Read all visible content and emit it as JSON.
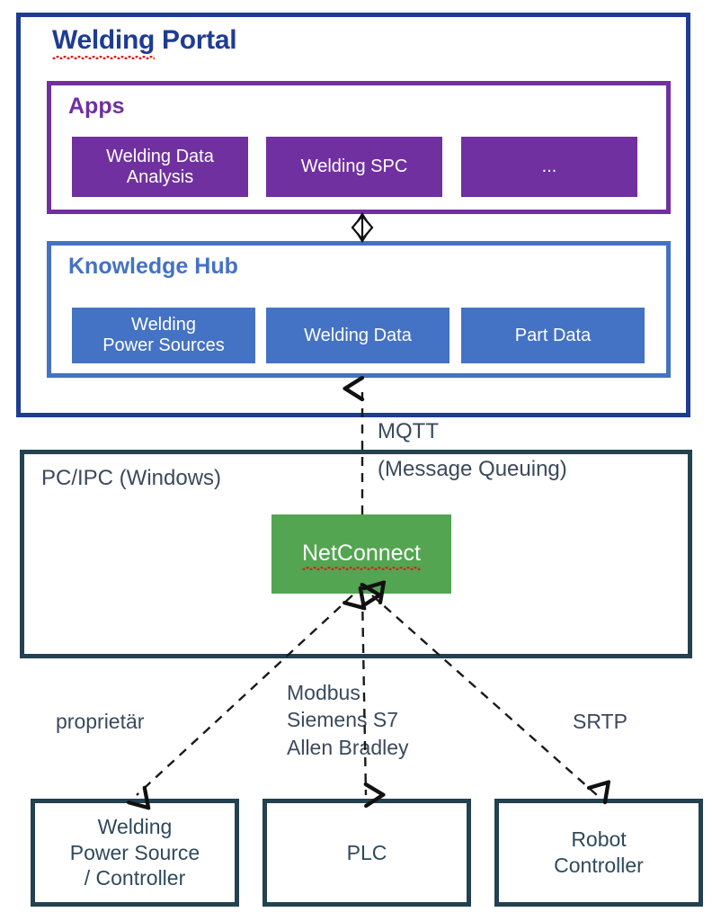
{
  "diagram": {
    "title": "Welding Portal",
    "portal": {
      "title": "Welding Portal",
      "title_part_misspelled": "Welding",
      "title_part_rest": " Portal",
      "border_color": "#1F3C93"
    },
    "apps_section": {
      "heading": "Apps",
      "border_color": "#7030A0",
      "chip_color": "#7030A0",
      "items": [
        {
          "label": "Welding Data\nAnalysis"
        },
        {
          "label": "Welding SPC"
        },
        {
          "label": "..."
        }
      ]
    },
    "knowledge_hub_section": {
      "heading": "Knowledge Hub",
      "border_color": "#4472C4",
      "chip_color": "#4472C4",
      "items": [
        {
          "label": "Welding\nPower Sources"
        },
        {
          "label": "Welding Data"
        },
        {
          "label": "Part Data"
        }
      ]
    },
    "pc_section": {
      "label": "PC/IPC (Windows)",
      "border_color": "#23414F",
      "netconnect": {
        "label": "NetConnect",
        "fill_color": "#53A551",
        "spellcheck_underline": true
      }
    },
    "mqtt": {
      "line1": "MQTT",
      "line2": "(Message Queuing)"
    },
    "protocols": [
      {
        "label": "proprietär"
      },
      {
        "label": "Modbus\nSiemens S7\nAllen Bradley"
      },
      {
        "label": "SRTP"
      }
    ],
    "devices": [
      {
        "label": "Welding\nPower Source\n/ Controller",
        "misspelled_first_line": "Welding"
      },
      {
        "label": "PLC"
      },
      {
        "label": "Robot\nController"
      }
    ],
    "connectors": [
      {
        "name": "apps-knowledgehub",
        "style": "solid",
        "arrows": "both"
      },
      {
        "name": "knowledgehub-netconnect",
        "style": "dashed",
        "arrows": "up",
        "label": "MQTT"
      },
      {
        "name": "netconnect-weldingpowersource",
        "style": "dashed",
        "arrows": "both",
        "label": "proprietär"
      },
      {
        "name": "netconnect-plc",
        "style": "dashed",
        "arrows": "both",
        "label": "Modbus / Siemens S7 / Allen Bradley"
      },
      {
        "name": "netconnect-robotcontroller",
        "style": "dashed",
        "arrows": "both",
        "label": "SRTP"
      }
    ]
  }
}
